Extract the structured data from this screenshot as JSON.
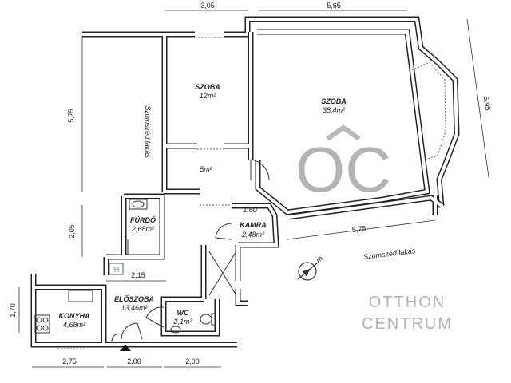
{
  "rooms": {
    "szoba_small": {
      "name": "SZOBA",
      "area": "12m²"
    },
    "szoba_large": {
      "name": "SZOBA",
      "area": "38,4m²"
    },
    "room_5": {
      "area": "5m²"
    },
    "furdo": {
      "name": "FÜRDŐ",
      "area": "2,68m²"
    },
    "kamra": {
      "name": "KAMRA",
      "area": "2,48m²",
      "width": "1,60"
    },
    "eloszoba": {
      "name": "ELŐSZOBA",
      "area": "13,46m²"
    },
    "wc": {
      "name": "WC",
      "area": "2,1m²"
    },
    "konyha": {
      "name": "KONYHA",
      "area": "4,68m²"
    }
  },
  "dimensions": {
    "top_left": "3,05",
    "top_right": "5,65",
    "right_diag": "5,95",
    "left_upper": "5,75",
    "left_mid": "2,05",
    "left_lower": "1,70",
    "hall": "2,15",
    "bottom_1": "2,75",
    "bottom_2": "2,00",
    "bottom_3": "2,00",
    "south": "5,75"
  },
  "neighbors": {
    "west": "Szomszéd lakás",
    "south": "Szomszéd lakás"
  },
  "heater_label": "H",
  "compass_label": "m",
  "watermark": {
    "mark": "OC",
    "line1": "OTTHON",
    "line2": "CENTRUM"
  }
}
